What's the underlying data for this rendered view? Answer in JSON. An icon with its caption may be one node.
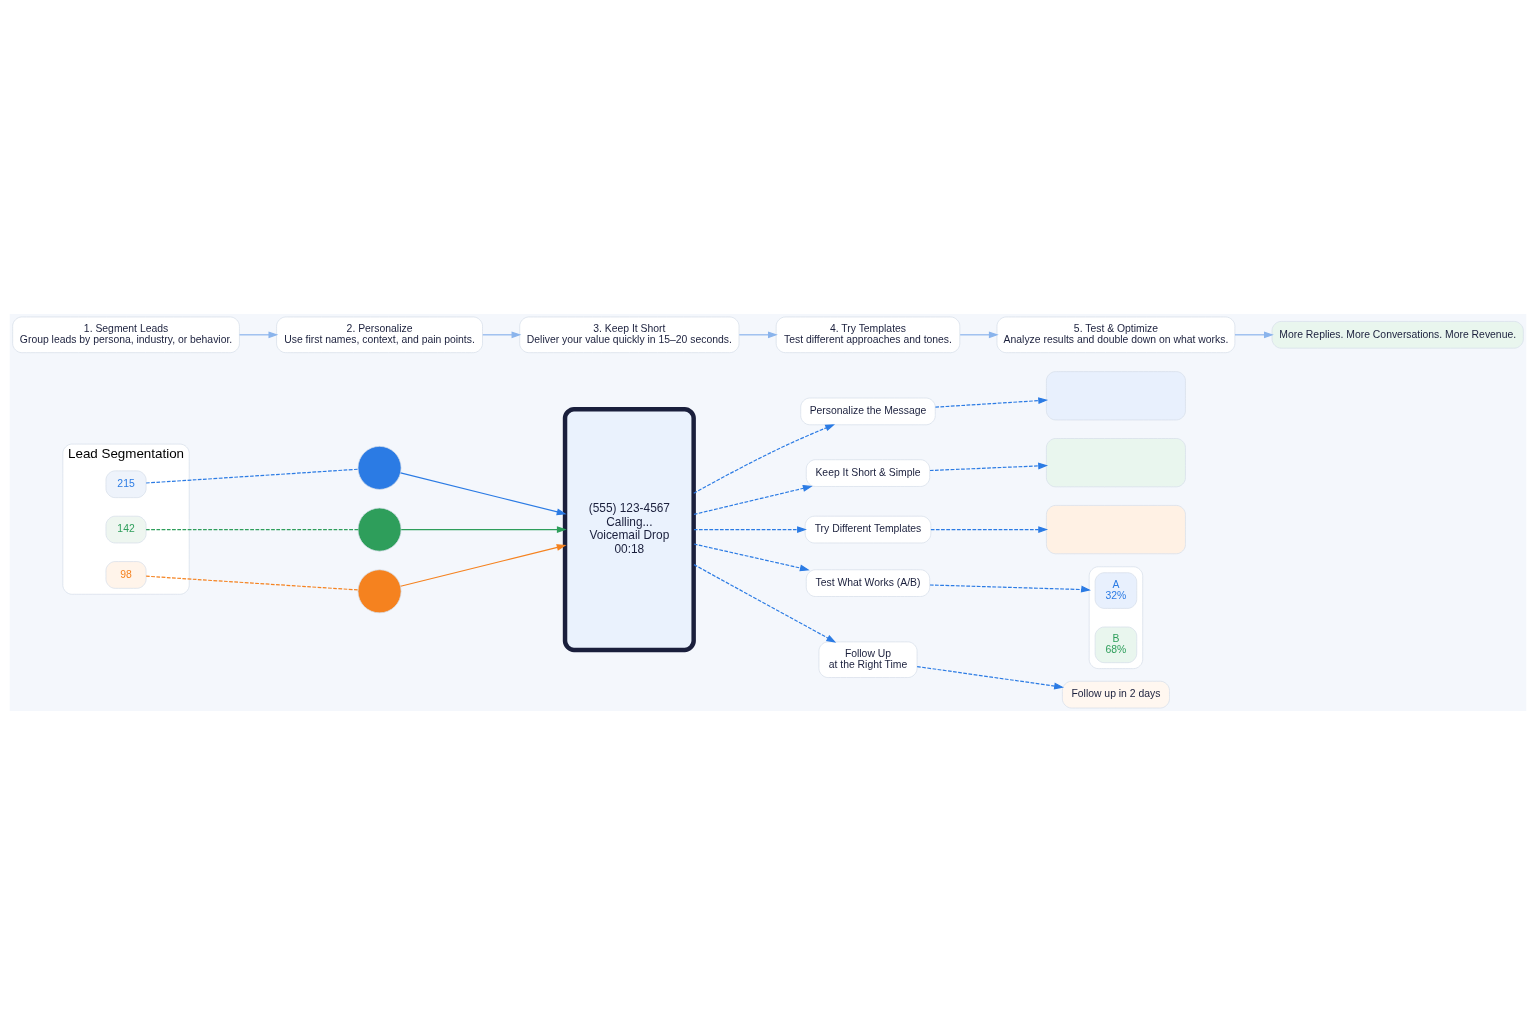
{
  "diagram": {
    "nodes": [
      {
        "text": [
          "Lead Segmentation"
        ]
      },
      {
        "text": [
          "215"
        ],
        "in": 0
      },
      {
        "text": [
          "142"
        ],
        "in": 0
      },
      {
        "text": [
          "98"
        ],
        "in": 0
      },
      {
        "text": [],
        "shape": "circle"
      },
      {
        "text": [],
        "shape": "circle"
      },
      {
        "text": [],
        "shape": "circle"
      },
      {
        "text": [
          "(555) 123-4567",
          "Calling...",
          "Voicemail Drop",
          "00:18"
        ]
      },
      {
        "text": [
          "Personalize the Message"
        ]
      },
      {
        "text": [
          "Keep It Short & Simple"
        ]
      },
      {
        "text": [
          "Try Different Templates"
        ]
      },
      {
        "text": [
          "Test What Works (A/B)"
        ]
      },
      {
        "text": [
          "Follow Up",
          "at the Right Time"
        ]
      },
      {
        "text": [],
        "shape": "box"
      },
      {
        "text": [],
        "shape": "box"
      },
      {
        "text": [],
        "shape": "box"
      },
      {
        "text": [],
        "shape": "box"
      },
      {
        "text": [
          "A",
          "32%"
        ],
        "in": 16
      },
      {
        "text": [
          "B",
          "68%"
        ],
        "in": 16
      },
      {
        "text": [
          "Follow up in 2 days"
        ]
      },
      {
        "text": [
          "1. Segment Leads",
          "Group leads by persona, industry, or behavior."
        ]
      },
      {
        "text": [
          "2. Personalize",
          "Use first names, context, and pain points."
        ]
      },
      {
        "text": [
          "3. Keep It Short",
          "Deliver your value quickly in 15–20 seconds."
        ]
      },
      {
        "text": [
          "4. Try Templates",
          "Test different approaches and tones."
        ]
      },
      {
        "text": [
          "5. Test & Optimize",
          "Analyze results and double down on what works."
        ]
      },
      {
        "text": [
          "More Replies. More Conversations. More Revenue."
        ]
      }
    ],
    "edges": [
      {
        "from": 1,
        "to": 4,
        "arrow": "none",
        "style": "dashed"
      },
      {
        "from": 2,
        "to": 5,
        "arrow": "none",
        "style": "dashed",
        "color": "#2e9e5b"
      },
      {
        "from": 3,
        "to": 6,
        "arrow": "none",
        "style": "dashed",
        "color": "#f5821f"
      },
      {
        "from": 4,
        "to": 7,
        "arrow": "to"
      },
      {
        "from": 5,
        "to": 7,
        "arrow": "to",
        "color": "#2e9e5b"
      },
      {
        "from": 6,
        "to": 7,
        "arrow": "to",
        "color": "#f5821f"
      },
      {
        "from": 7,
        "to": 8,
        "arrow": "to",
        "style": "dashed"
      },
      {
        "from": 7,
        "to": 9,
        "arrow": "to",
        "style": "dashed"
      },
      {
        "from": 7,
        "to": 10,
        "arrow": "to",
        "style": "dashed"
      },
      {
        "from": 7,
        "to": 11,
        "arrow": "to",
        "style": "dashed"
      },
      {
        "from": 7,
        "to": 12,
        "arrow": "to",
        "style": "dashed"
      },
      {
        "from": 8,
        "to": 13,
        "arrow": "to",
        "style": "dashed"
      },
      {
        "from": 9,
        "to": 14,
        "arrow": "to",
        "style": "dashed"
      },
      {
        "from": 10,
        "to": 15,
        "arrow": "to",
        "style": "dashed"
      },
      {
        "from": 11,
        "to": 16,
        "arrow": "to",
        "style": "dashed"
      },
      {
        "from": 12,
        "to": 19,
        "arrow": "to",
        "style": "dashed"
      },
      {
        "from": 20,
        "to": 21,
        "arrow": "to",
        "color": "#8ab4ec"
      },
      {
        "from": 21,
        "to": 22,
        "arrow": "to",
        "color": "#8ab4ec"
      },
      {
        "from": 22,
        "to": 23,
        "arrow": "to",
        "color": "#8ab4ec"
      },
      {
        "from": 23,
        "to": 24,
        "arrow": "to",
        "color": "#8ab4ec"
      },
      {
        "from": 24,
        "to": 25,
        "arrow": "to",
        "color": "#8ab4ec"
      }
    ]
  }
}
